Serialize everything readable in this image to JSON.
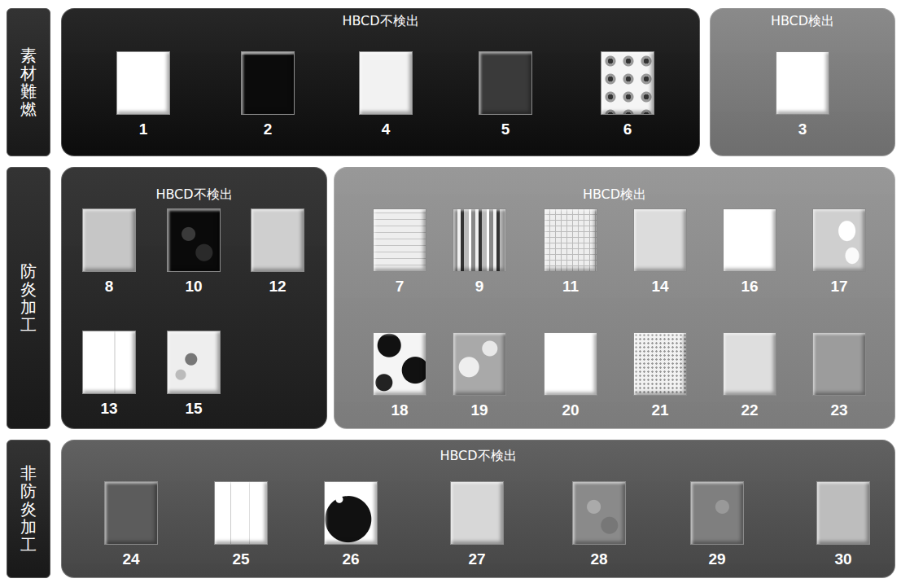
{
  "diagram": {
    "nodes": [
      {
        "text": [
          "素材難燃"
        ]
      },
      {
        "text": [
          "HBCD不検出"
        ]
      },
      {
        "text": [
          "1"
        ],
        "in": 1
      },
      {
        "text": [
          "2"
        ],
        "in": 1
      },
      {
        "text": [
          "4"
        ],
        "in": 1
      },
      {
        "text": [
          "5"
        ],
        "in": 1
      },
      {
        "text": [
          "6"
        ],
        "in": 1
      },
      {
        "text": [
          "HBCD検出"
        ]
      },
      {
        "text": [
          "3"
        ],
        "in": 7
      },
      {
        "text": [
          "防炎加工"
        ]
      },
      {
        "text": [
          "HBCD不検出"
        ]
      },
      {
        "text": [
          "8"
        ],
        "in": 10
      },
      {
        "text": [
          "10"
        ],
        "in": 10
      },
      {
        "text": [
          "12"
        ],
        "in": 10
      },
      {
        "text": [
          "13"
        ],
        "in": 10
      },
      {
        "text": [
          "15"
        ],
        "in": 10
      },
      {
        "text": [
          "HBCD検出"
        ]
      },
      {
        "text": [
          "7"
        ],
        "in": 16
      },
      {
        "text": [
          "9"
        ],
        "in": 16
      },
      {
        "text": [
          "11"
        ],
        "in": 16
      },
      {
        "text": [
          "14"
        ],
        "in": 16
      },
      {
        "text": [
          "16"
        ],
        "in": 16
      },
      {
        "text": [
          "17"
        ],
        "in": 16
      },
      {
        "text": [
          "18"
        ],
        "in": 16
      },
      {
        "text": [
          "19"
        ],
        "in": 16
      },
      {
        "text": [
          "20"
        ],
        "in": 16
      },
      {
        "text": [
          "21"
        ],
        "in": 16
      },
      {
        "text": [
          "22"
        ],
        "in": 16
      },
      {
        "text": [
          "23"
        ],
        "in": 16
      },
      {
        "text": [
          "非防炎加工"
        ]
      },
      {
        "text": [
          "HBCD不検出"
        ]
      },
      {
        "text": [
          "24"
        ],
        "in": 30
      },
      {
        "text": [
          "25"
        ],
        "in": 30
      },
      {
        "text": [
          "26"
        ],
        "in": 30
      },
      {
        "text": [
          "27"
        ],
        "in": 30
      },
      {
        "text": [
          "28"
        ],
        "in": 30
      },
      {
        "text": [
          "29"
        ],
        "in": 30
      },
      {
        "text": [
          "30"
        ],
        "in": 30
      }
    ]
  }
}
